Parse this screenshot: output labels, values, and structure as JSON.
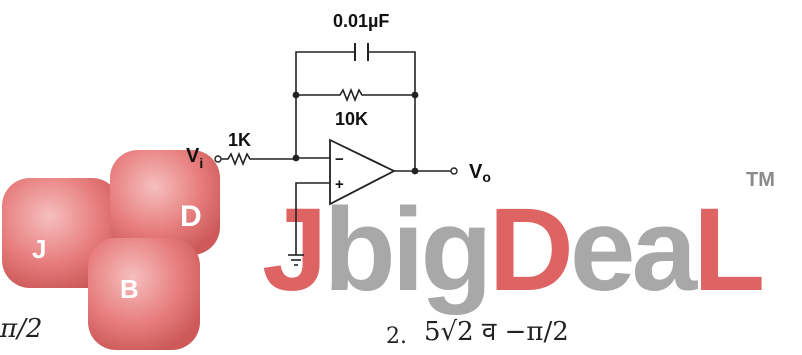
{
  "circuit": {
    "capacitor_label": "0.01µF",
    "feedback_resistor_label": "10K",
    "input_resistor_label": "1K",
    "input_label": "V",
    "input_subscript": "i",
    "output_label": "V",
    "output_subscript": "o",
    "inverting_sign": "−",
    "noninverting_sign": "+"
  },
  "watermark": {
    "brand": "JbigDeaL",
    "trademark": "TM",
    "dice_letters": [
      "J",
      "D",
      "B"
    ]
  },
  "options": {
    "left_partial": "π/2",
    "right_number": "2.",
    "right_expression": "5√2 व −π/2"
  },
  "colors": {
    "wire": "#222222",
    "watermark_red": "#d94a4a",
    "watermark_gray": "#9a9a9a",
    "dice_red": "#e05a5a"
  }
}
